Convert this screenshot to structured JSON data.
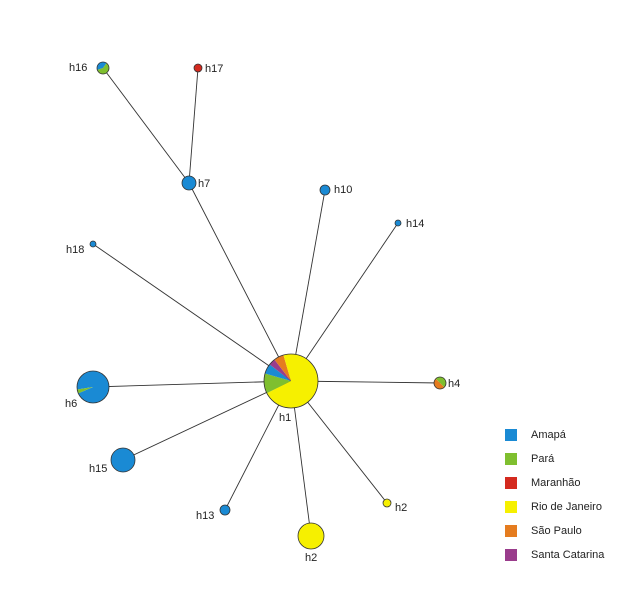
{
  "legend": [
    {
      "key": "amapa",
      "label": "Amapá",
      "color": "#1a8ad4"
    },
    {
      "key": "para",
      "label": "Pará",
      "color": "#7fbf2f"
    },
    {
      "key": "maranhao",
      "label": "Maranhão",
      "color": "#d42a1f"
    },
    {
      "key": "rio",
      "label": "Rio de Janeiro",
      "color": "#f6f000"
    },
    {
      "key": "saopaulo",
      "label": "São Paulo",
      "color": "#e57c1f"
    },
    {
      "key": "santacatarina",
      "label": "Santa Catarina",
      "color": "#9a3c8c"
    }
  ],
  "haplotypes": [
    {
      "id": "h1",
      "label": "h1",
      "composition": {
        "rio": 0.72,
        "para": 0.12,
        "amapa": 0.06,
        "santacatarina": 0.04,
        "saopaulo": 0.06
      }
    },
    {
      "id": "h2a",
      "label": "h2",
      "composition": {
        "rio": 1
      }
    },
    {
      "id": "h2b",
      "label": "h2",
      "composition": {
        "rio": 1
      }
    },
    {
      "id": "h4",
      "label": "h4",
      "composition": {
        "saopaulo": 0.5,
        "para": 0.5
      }
    },
    {
      "id": "h6",
      "label": "h6",
      "composition": {
        "amapa": 0.96,
        "para": 0.04
      }
    },
    {
      "id": "h7",
      "label": "h7",
      "composition": {
        "amapa": 1
      }
    },
    {
      "id": "h10",
      "label": "h10",
      "composition": {
        "amapa": 1
      }
    },
    {
      "id": "h13",
      "label": "h13",
      "composition": {
        "amapa": 1
      }
    },
    {
      "id": "h14",
      "label": "h14",
      "composition": {
        "amapa": 1
      }
    },
    {
      "id": "h15",
      "label": "h15",
      "composition": {
        "amapa": 1
      }
    },
    {
      "id": "h16",
      "label": "h16",
      "composition": {
        "para": 0.6,
        "amapa": 0.4
      }
    },
    {
      "id": "h17",
      "label": "h17",
      "composition": {
        "maranhao": 1
      }
    },
    {
      "id": "h18",
      "label": "h18",
      "composition": {
        "amapa": 1
      }
    }
  ],
  "links": [
    [
      "h1",
      "h6"
    ],
    [
      "h1",
      "h15"
    ],
    [
      "h1",
      "h13"
    ],
    [
      "h1",
      "h2a"
    ],
    [
      "h1",
      "h2b"
    ],
    [
      "h1",
      "h4"
    ],
    [
      "h1",
      "h14"
    ],
    [
      "h1",
      "h10"
    ],
    [
      "h1",
      "h18"
    ],
    [
      "h1",
      "h7"
    ],
    [
      "h7",
      "h16"
    ],
    [
      "h7",
      "h17"
    ]
  ]
}
